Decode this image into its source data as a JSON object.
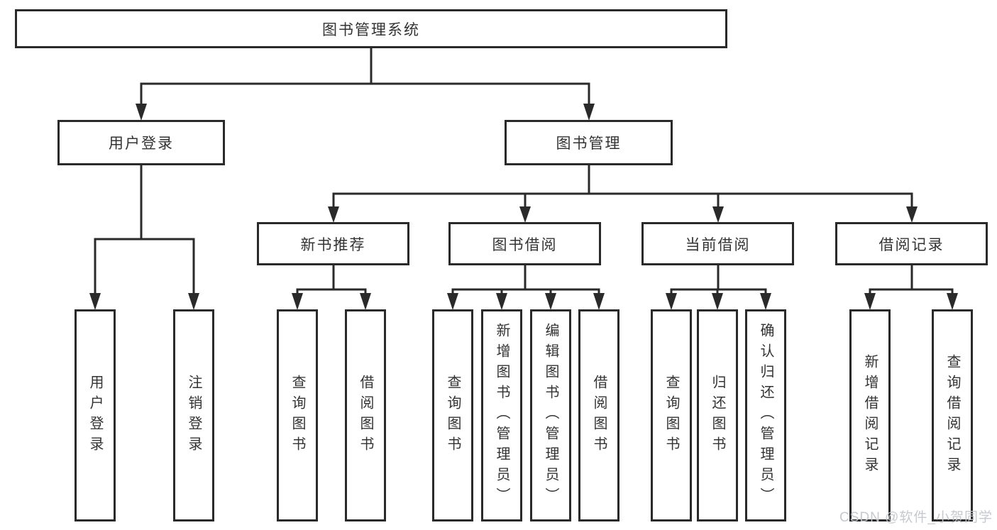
{
  "tree": {
    "label": "图书管理系统",
    "children": [
      {
        "label": "用户登录",
        "children": [
          {
            "label": "用户登录"
          },
          {
            "label": "注销登录"
          }
        ]
      },
      {
        "label": "图书管理",
        "children": [
          {
            "label": "新书推荐",
            "children": [
              {
                "label": "查询图书"
              },
              {
                "label": "借阅图书"
              }
            ]
          },
          {
            "label": "图书借阅",
            "children": [
              {
                "label": "查询图书"
              },
              {
                "label": "新增图书（管理员）"
              },
              {
                "label": "编辑图书（管理员）"
              },
              {
                "label": "借阅图书"
              }
            ]
          },
          {
            "label": "当前借阅",
            "children": [
              {
                "label": "查询图书"
              },
              {
                "label": "归还图书"
              },
              {
                "label": "确认归还（管理员）"
              }
            ]
          },
          {
            "label": "借阅记录",
            "children": [
              {
                "label": "新增借阅记录"
              },
              {
                "label": "查询借阅记录"
              }
            ]
          }
        ]
      }
    ]
  },
  "watermark": {
    "text": "CSDN @软件_小贺同学"
  },
  "colors": {
    "line": "#2a2a2a",
    "box_border": "#2a2a2a",
    "text": "#333333",
    "watermark": "#c3c6cb",
    "background": "#ffffff"
  }
}
